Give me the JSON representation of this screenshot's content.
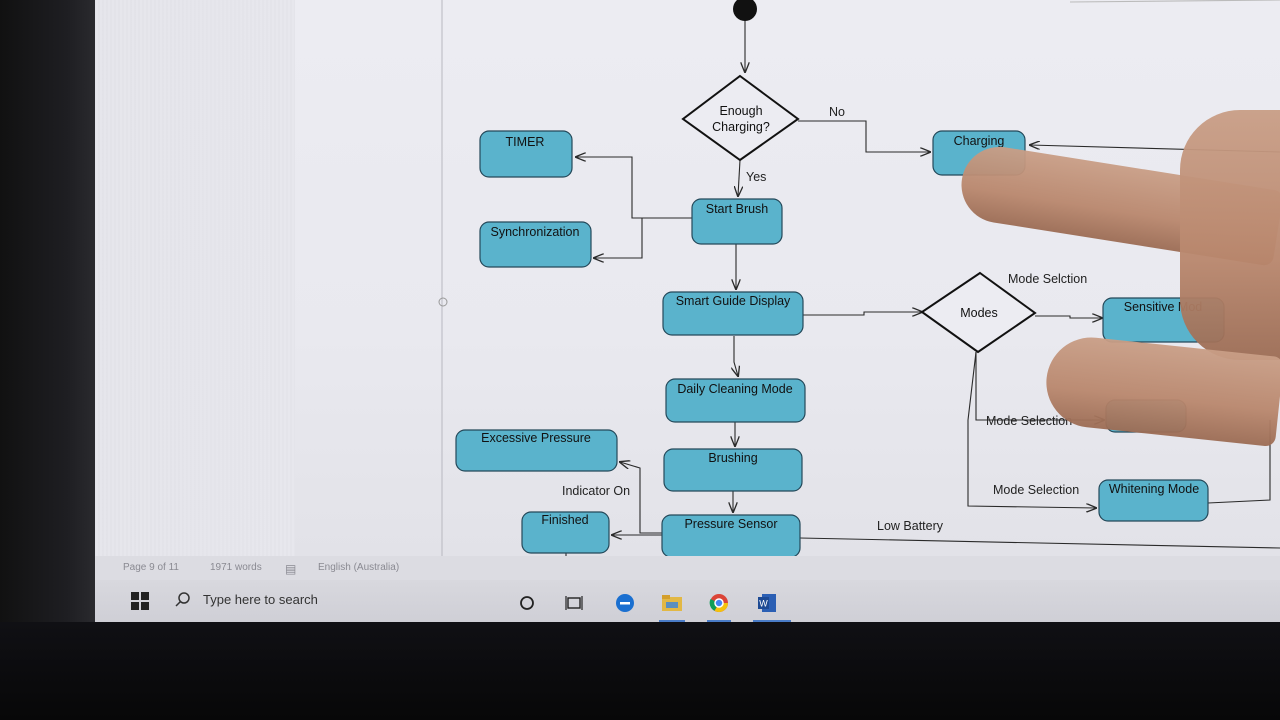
{
  "diagram": {
    "nodes": {
      "timer": "TIMER",
      "synchronization": "Synchronization",
      "start_brush": "Start Brush",
      "smart_guide": "Smart Guide Display",
      "daily_cleaning": "Daily Cleaning Mode",
      "brushing": "Brushing",
      "pressure_sensor": "Pressure Sensor",
      "excessive_pressure": "Excessive Pressure",
      "finished": "Finished",
      "charging": "Charging",
      "sensitive_mode": "Sensitive Mod",
      "whitening_mode": "Whitening Mode"
    },
    "decisions": {
      "enough_charging_line1": "Enough",
      "enough_charging_line2": "Charging?",
      "modes": "Modes"
    },
    "labels": {
      "no": "No",
      "yes": "Yes",
      "mode_selection_top": "Mode Selction",
      "mode_selection_mid": "Mode Selection",
      "mode_selection_bottom": "Mode Selection",
      "indicator_on": "Indicator On",
      "low_battery": "Low Battery"
    }
  },
  "statusbar": {
    "page": "Page 9 of 11",
    "words": "1971 words",
    "language": "English (Australia)"
  },
  "taskbar": {
    "search_placeholder": "Type here to search"
  },
  "colors": {
    "node_fill": "#5ab3cc",
    "node_stroke": "#24495a",
    "line": "#2a2a2a"
  }
}
